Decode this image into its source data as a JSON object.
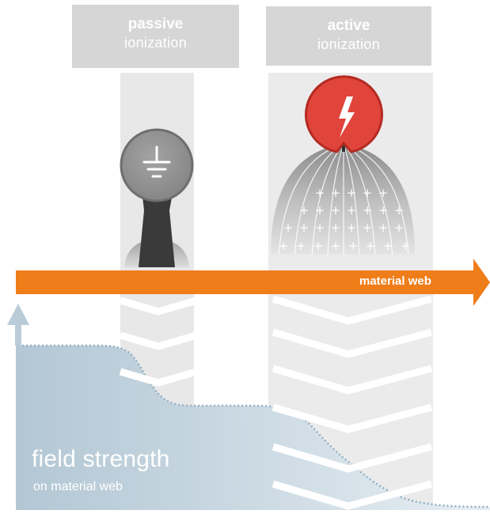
{
  "panels": {
    "passive": {
      "line1": "passive",
      "line2": "ionization"
    },
    "active": {
      "line1": "active",
      "line2": "ionization"
    }
  },
  "web": {
    "label": "material web"
  },
  "field": {
    "title": "field strength",
    "subtitle": "on material web"
  },
  "icons": {
    "passive": "ground-icon",
    "active": "high-voltage-icon"
  },
  "colors": {
    "orange": "#ef7d1a",
    "red": "#e0443a",
    "field_blue": "#b9ccd8",
    "panel_grey": "#e8e8e8",
    "title_grey": "#d6d6d6",
    "electrode_dark": "#3a3a3a"
  }
}
